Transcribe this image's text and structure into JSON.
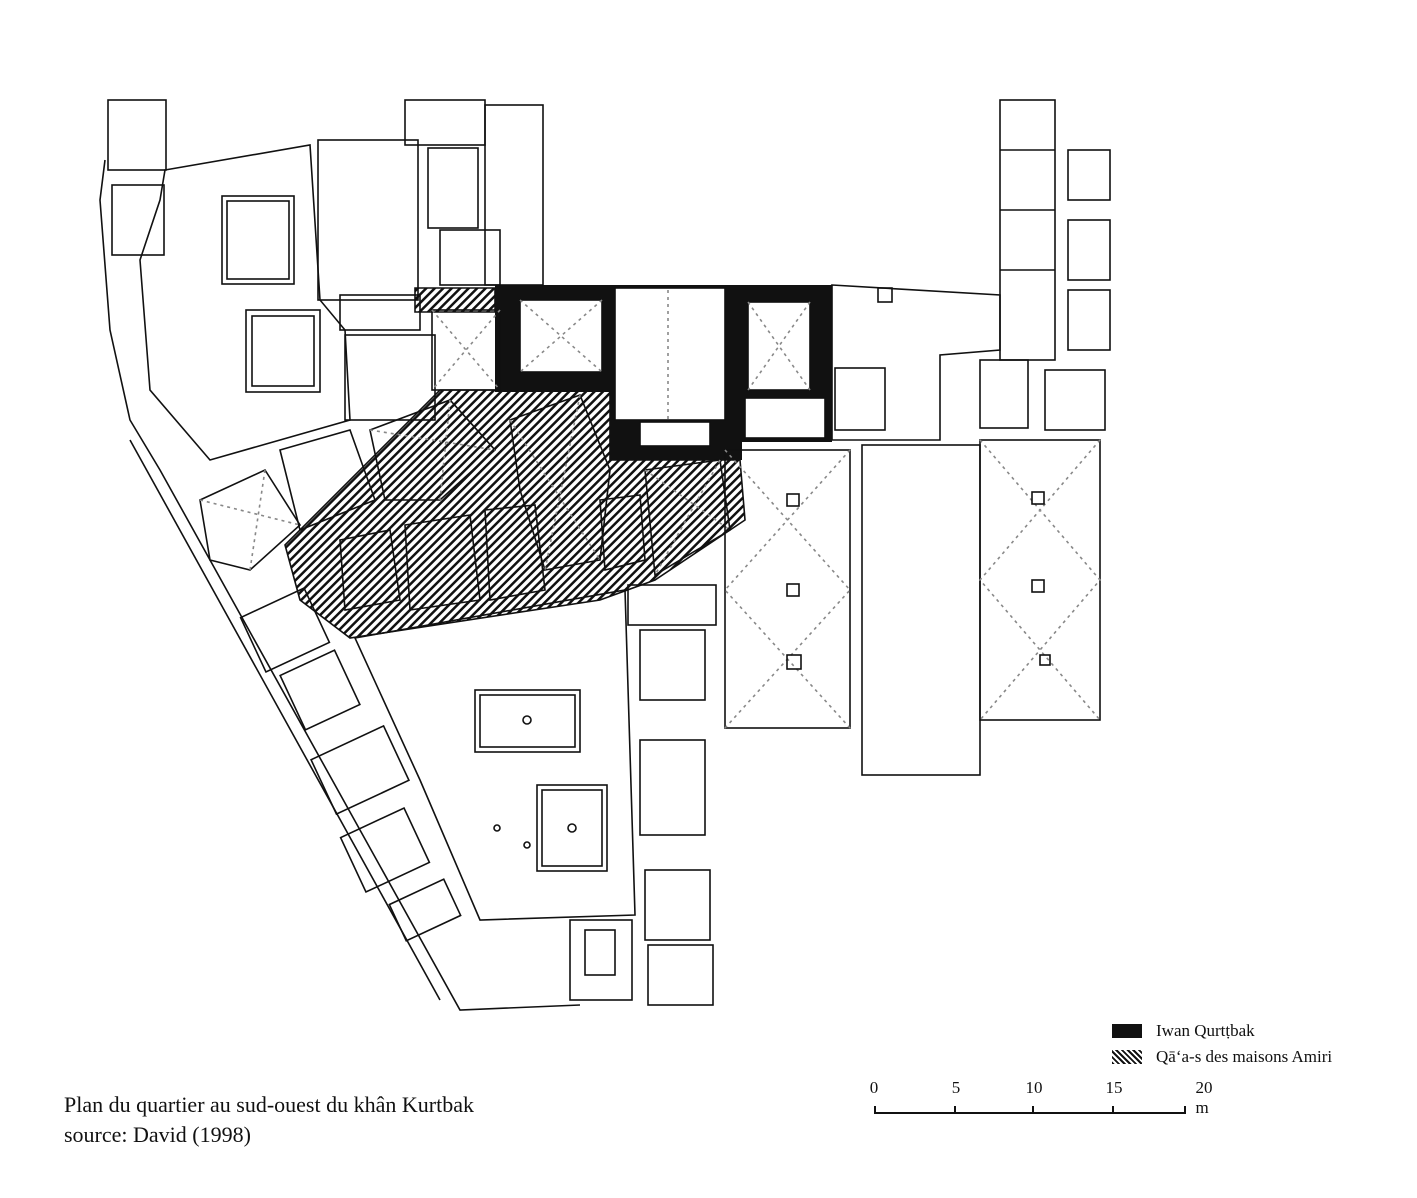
{
  "caption": {
    "line1": "Plan du quartier au sud-ouest du khân Kurtbak",
    "line2": "source: David (1998)"
  },
  "legend": [
    {
      "label": "Iwan Qurtṭbak",
      "swatch": "solid-black",
      "color": "#111111"
    },
    {
      "label": "Qā‘a-s des maisons Amiri",
      "swatch": "hatched"
    }
  ],
  "scale_bar": {
    "ticks": [
      "0",
      "5",
      "10",
      "15",
      "20 m"
    ],
    "unit": "m",
    "max": 20
  }
}
